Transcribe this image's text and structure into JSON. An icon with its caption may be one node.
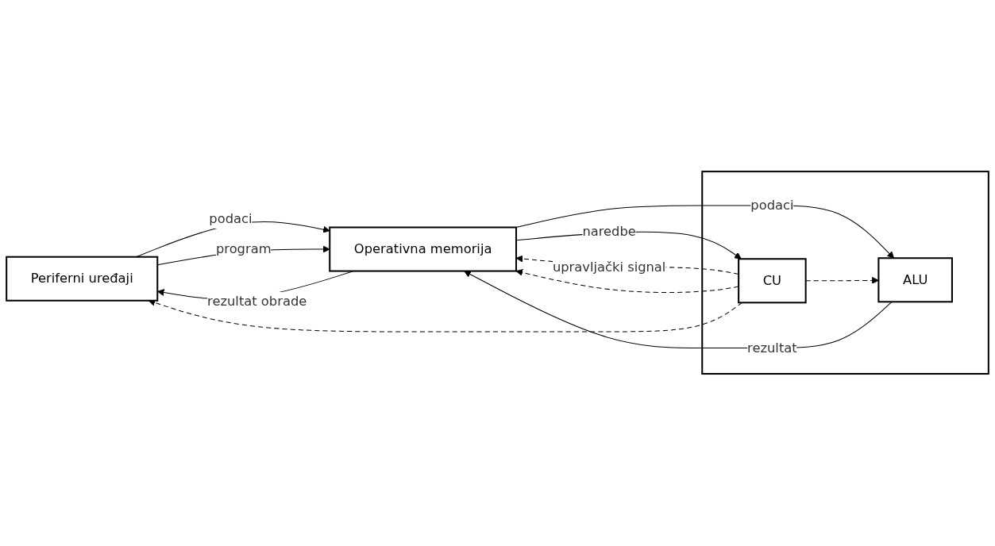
{
  "diagram": {
    "nodes": [
      {
        "text": [
          "Periferni uređaji"
        ]
      },
      {
        "text": [
          "Operativna memorija"
        ]
      },
      {
        "text": [],
        "shape": "box"
      },
      {
        "text": [
          "ALU"
        ],
        "in": 2
      },
      {
        "text": [
          "CU"
        ],
        "in": 2
      }
    ],
    "edges": [
      {
        "from": 0,
        "to": 1,
        "label": "podaci",
        "arrow": "to"
      },
      {
        "from": 0,
        "to": 1,
        "label": "program",
        "arrow": "to"
      },
      {
        "from": 1,
        "to": 0,
        "label": "rezultat obrade",
        "arrow": "to"
      },
      {
        "from": 1,
        "to": 3,
        "label": "podaci",
        "arrow": "to"
      },
      {
        "from": 3,
        "to": 1,
        "label": "rezultat",
        "arrow": "to"
      },
      {
        "from": 4,
        "to": 3,
        "arrow": "to",
        "style": "dashed"
      },
      {
        "from": 1,
        "to": 4,
        "label": "naredbe",
        "arrow": "to"
      },
      {
        "from": 4,
        "to": 1,
        "label": "upravljački signal",
        "arrow": "to",
        "style": "dashed"
      },
      {
        "from": 4,
        "to": 1,
        "arrow": "to",
        "style": "dashed"
      },
      {
        "from": 4,
        "to": 0,
        "arrow": "to",
        "style": "dashed"
      }
    ]
  }
}
